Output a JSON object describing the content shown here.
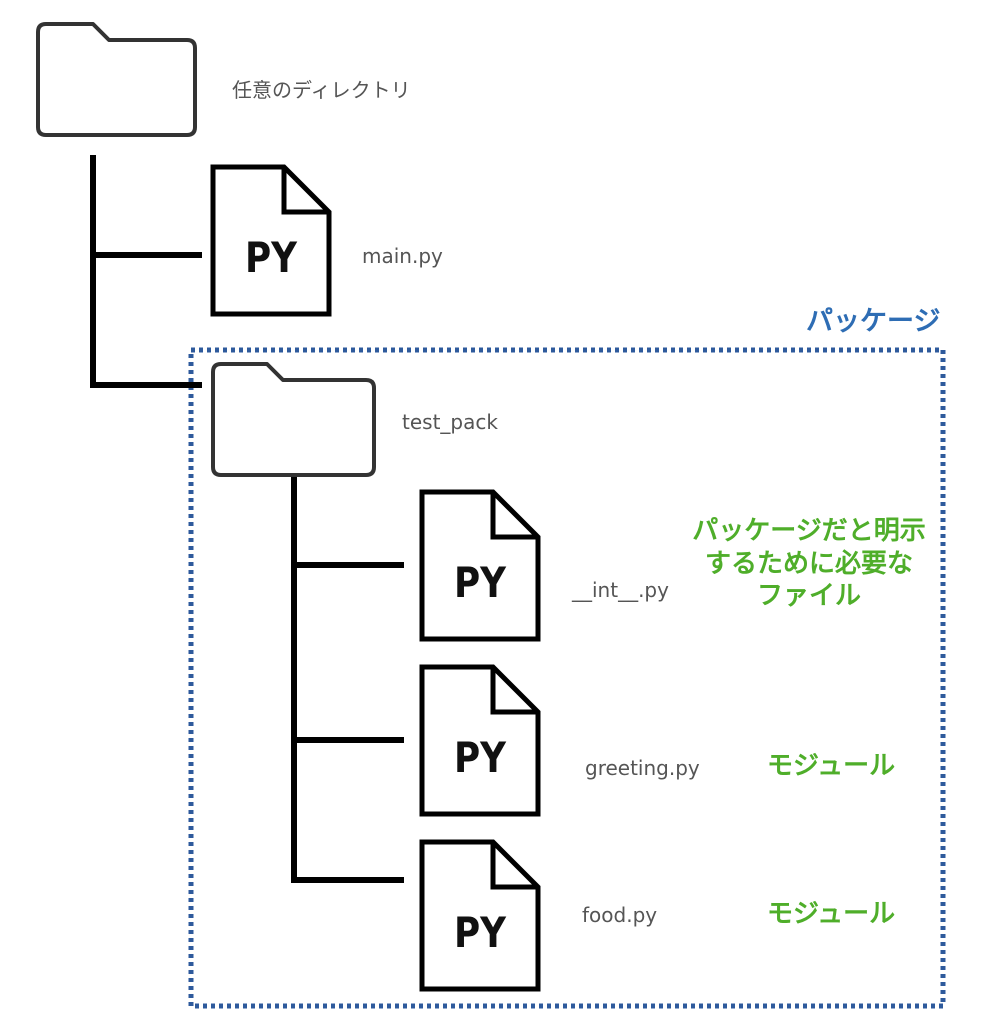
{
  "root": {
    "label": "任意のディレクトリ",
    "icon": "folder-icon"
  },
  "files": [
    {
      "key": "main",
      "label": "main.py",
      "icon_text": "PY",
      "icon": "python-file-icon"
    },
    {
      "key": "init",
      "label": "__int__.py",
      "icon_text": "PY",
      "icon": "python-file-icon"
    },
    {
      "key": "greeting",
      "label": "greeting.py",
      "icon_text": "PY",
      "icon": "python-file-icon"
    },
    {
      "key": "food",
      "label": "food.py",
      "icon_text": "PY",
      "icon": "python-file-icon"
    }
  ],
  "package": {
    "folder_label": "test_pack",
    "box_label": "パッケージ",
    "icon": "folder-icon",
    "border_color": "#2e5a9c"
  },
  "notes": {
    "init_lines": [
      "パッケージだと明示",
      "するために必要な",
      "ファイル"
    ],
    "greeting": "モジュール",
    "food": "モジュール"
  },
  "colors": {
    "note": "#4fae2a",
    "package_label": "#2e6db4",
    "lines": "#000000",
    "folder_stroke": "#333333"
  }
}
